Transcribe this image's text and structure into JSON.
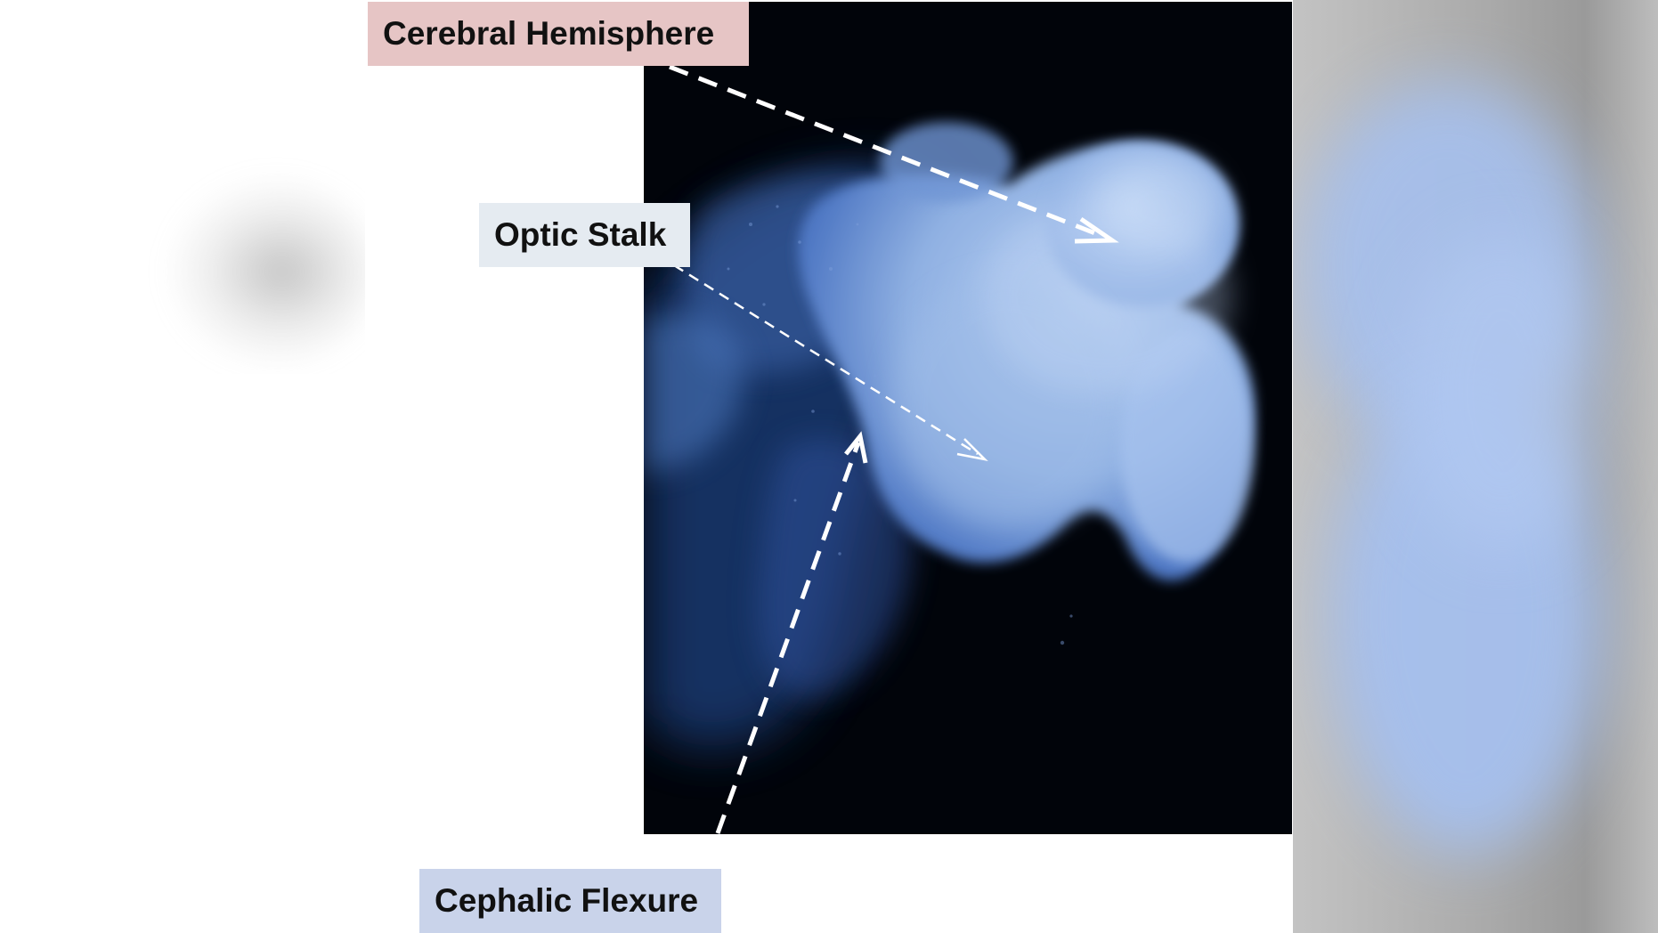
{
  "labels": {
    "cerebral_hemisphere": "Cerebral Hemisphere",
    "optic_stalk": "Optic Stalk",
    "cephalic_flexure": "Cephalic Flexure"
  },
  "colors": {
    "cerebral_label_bg": "#e6c5c5",
    "optic_label_bg": "#e5ebf1",
    "cephalic_label_bg": "#c9d3ea",
    "specimen_glow": "#a9c6f0",
    "photo_background": "#01040a",
    "arrow": "#ffffff"
  }
}
